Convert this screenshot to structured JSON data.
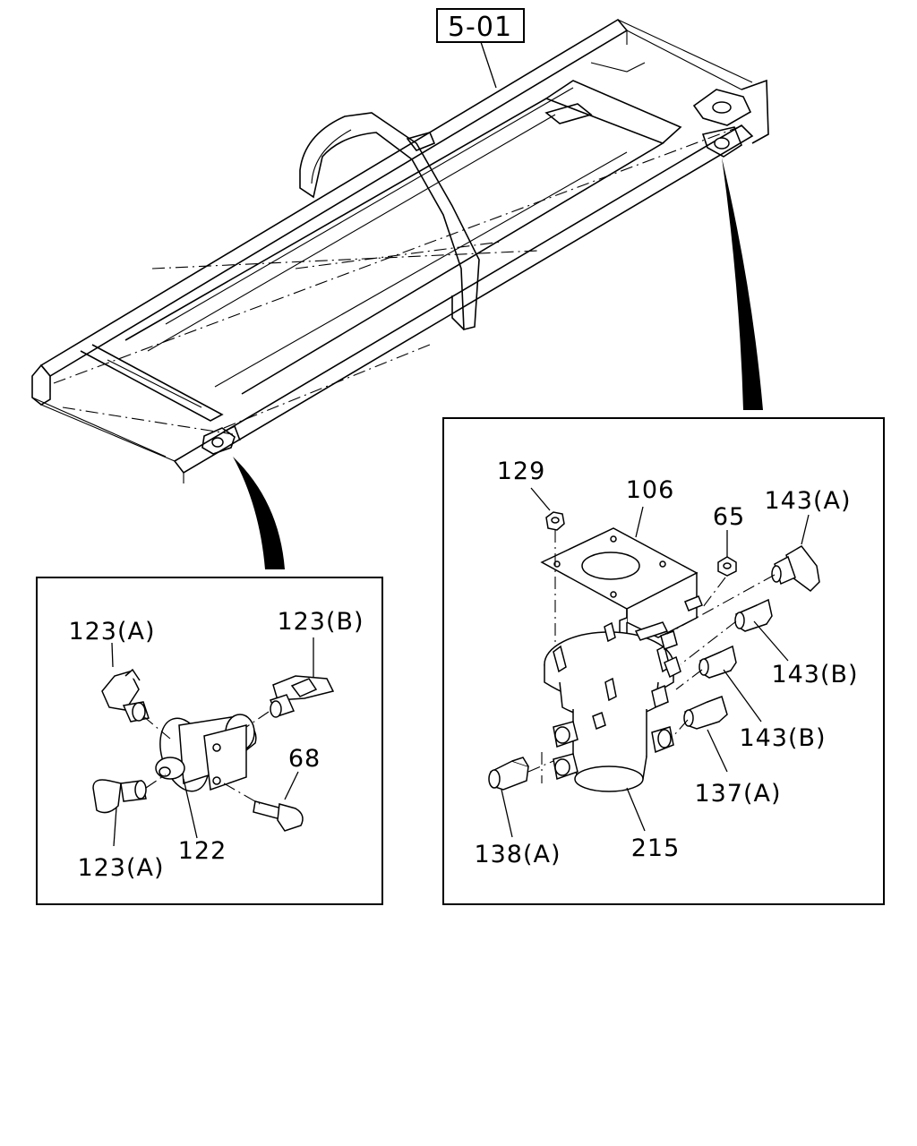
{
  "reference_tag": "5-01",
  "left_panel": {
    "callouts": {
      "c123a_top": "123(A)",
      "c123b": "123(B)",
      "c68": "68",
      "c122": "122",
      "c123a_bottom": "123(A)"
    }
  },
  "right_panel": {
    "callouts": {
      "c129": "129",
      "c106": "106",
      "c65": "65",
      "c143a": "143(A)",
      "c143b_1": "143(B)",
      "c143b_2": "143(B)",
      "c137a": "137(A)",
      "c138a": "138(A)",
      "c215": "215"
    }
  }
}
